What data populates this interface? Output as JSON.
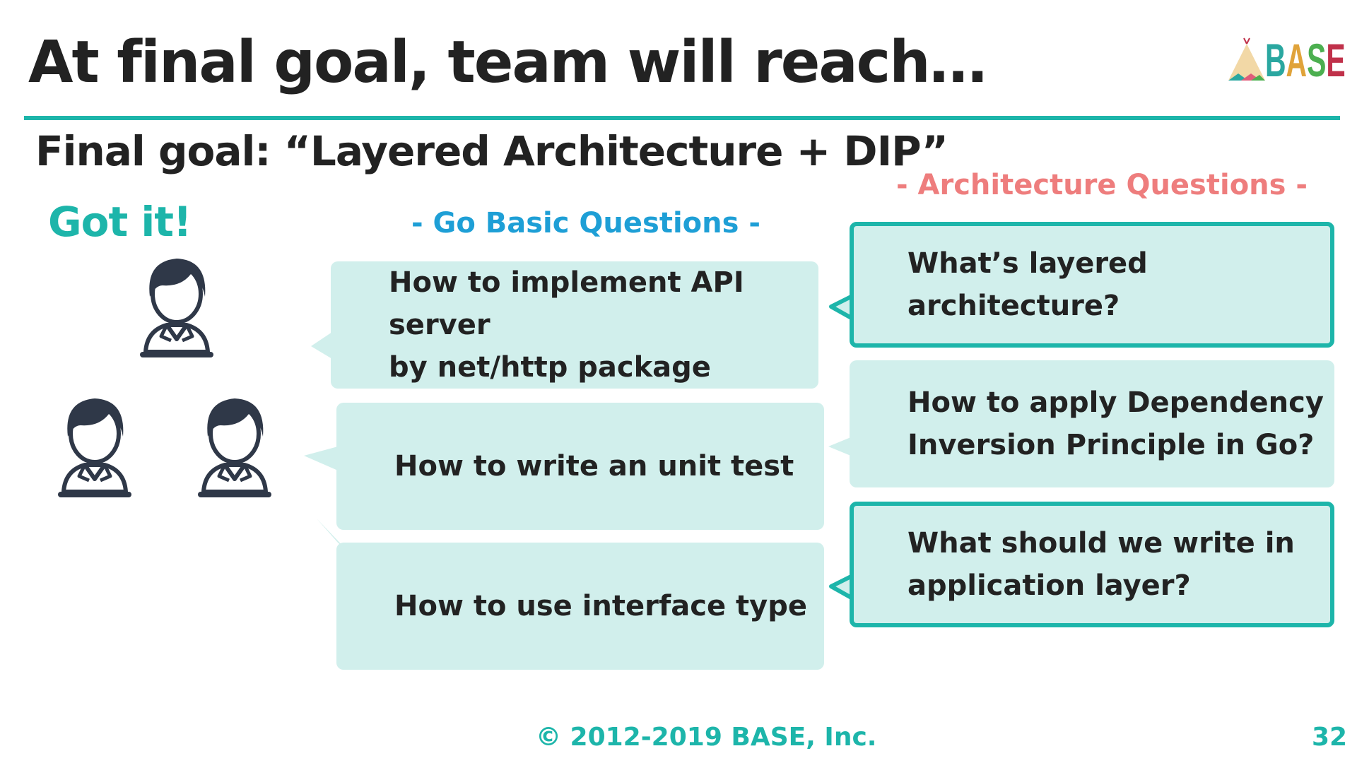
{
  "title": "At final goal, team will reach…",
  "subtitle": "Final goal: “Layered Architecture + DIP”",
  "logo": {
    "text_parts": [
      "B",
      "A",
      "S",
      "E"
    ],
    "icon": "tipi-tent-icon"
  },
  "got_it": "Got it!",
  "go_basic": {
    "label": "- Go Basic Questions -",
    "questions": [
      "How to implement API server\nby net/http package",
      "How to write an unit test",
      "How to use interface type"
    ]
  },
  "architecture": {
    "label": "- Architecture Questions -",
    "questions": [
      "What’s layered architecture?",
      "How to apply Dependency\nInversion Principle in Go?",
      "What should we write in\napplication layer?"
    ]
  },
  "footer": {
    "copyright": "© 2012-2019 BASE, Inc.",
    "page_number": "32"
  },
  "colors": {
    "accent": "#1db5aa",
    "bubble_fill": "#d1efec",
    "go_label": "#1e9fd6",
    "arch_label": "#ee7d7d",
    "person": "#2f3848"
  }
}
